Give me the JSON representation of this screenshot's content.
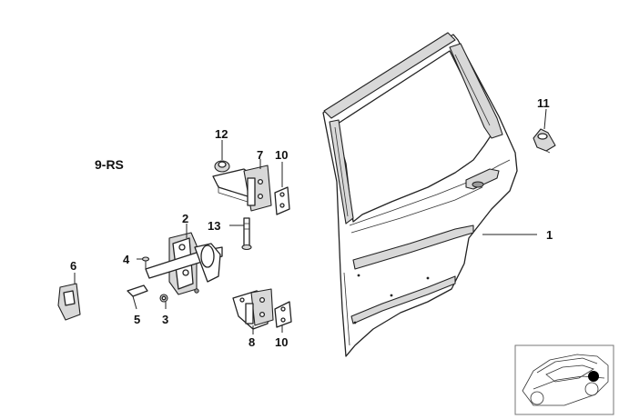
{
  "diagram": {
    "group_label": "9-RS",
    "callouts": {
      "door": "1",
      "door_brake": "2",
      "bolt_3": "3",
      "screw_4": "4",
      "pin_5": "5",
      "cover_6": "6",
      "hinge_upper": "7",
      "hinge_lower": "8",
      "shim_upper": "10",
      "shim_lower": "10",
      "grommet_11": "11",
      "grommet_12": "12",
      "bolt_13": "13"
    }
  }
}
